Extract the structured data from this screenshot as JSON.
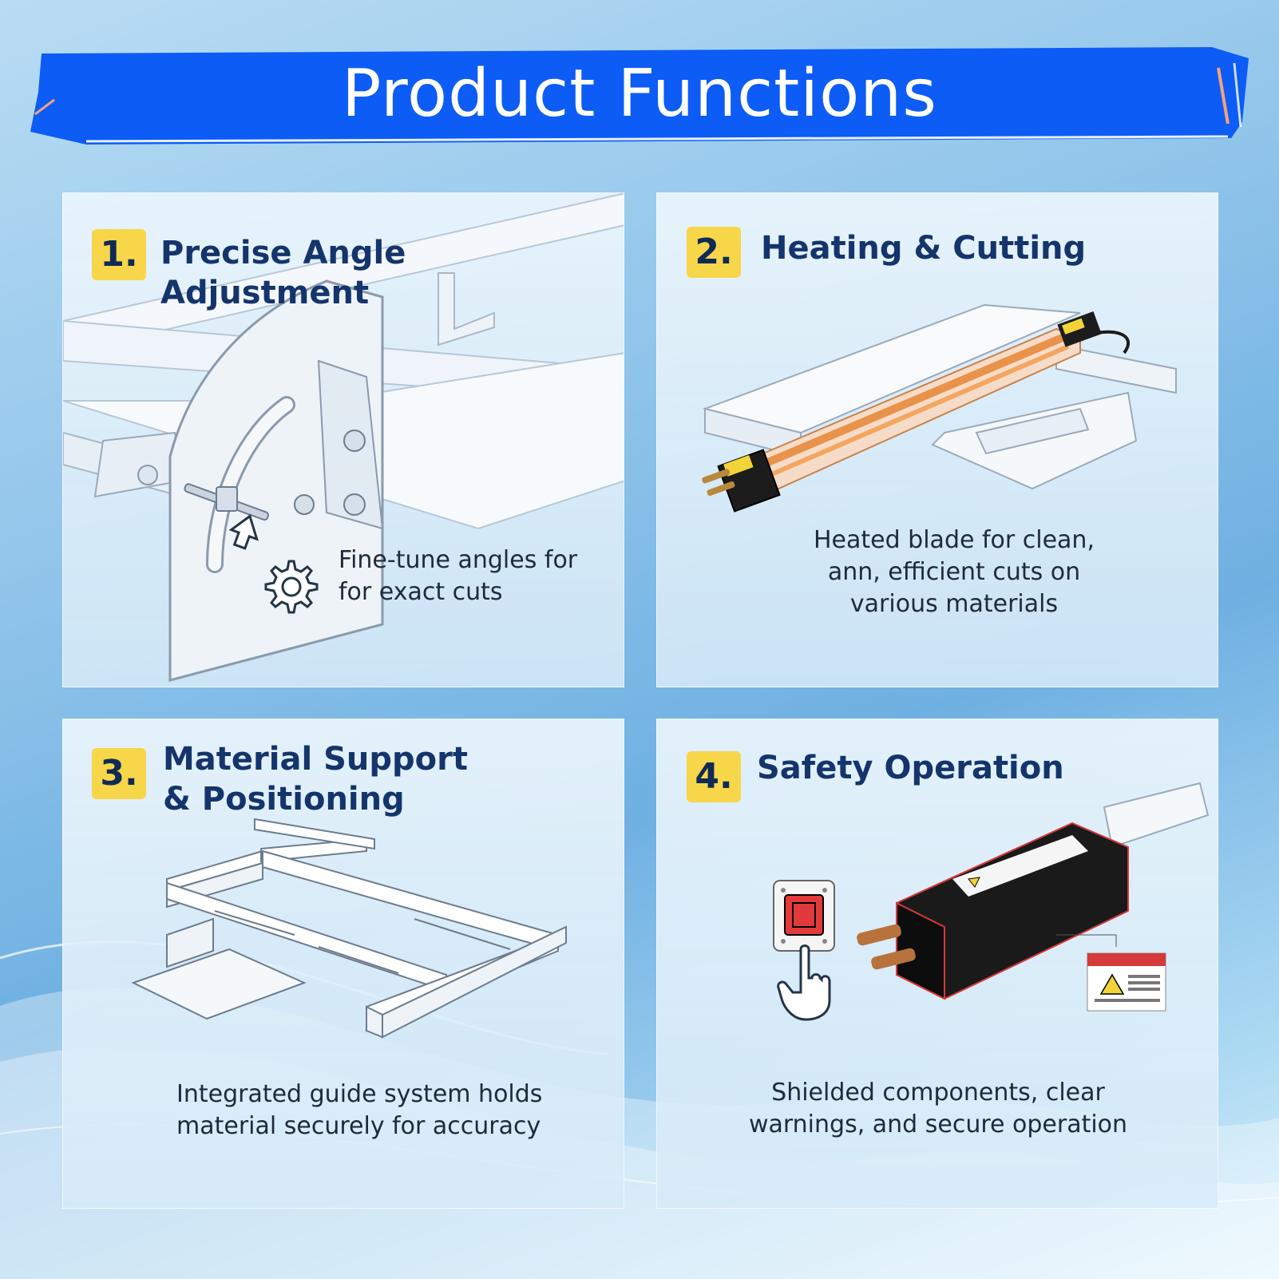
{
  "banner": {
    "title": "Product Functions",
    "color": "#0c5cf5"
  },
  "panels": [
    {
      "number": "1.",
      "title": "Precise Angle Adjustment",
      "description_lines": [
        "Fine-tune angles for",
        "for exact cuts"
      ],
      "icons": [
        "angle-plate-illustration",
        "gear-icon",
        "cursor-arrow-icon"
      ]
    },
    {
      "number": "2.",
      "title": "Heating & Cutting",
      "description_lines": [
        "Heated blade for clean,",
        "ann, efficient cuts on",
        "various materials"
      ],
      "icons": [
        "heated-cutter-illustration"
      ]
    },
    {
      "number": "3.",
      "title_lines": [
        "Material Support",
        "& Positioning"
      ],
      "description_lines": [
        "Integrated guide system holds",
        "material securely for accuracy"
      ],
      "icons": [
        "guide-rail-illustration"
      ]
    },
    {
      "number": "4.",
      "title": "Safety Operation",
      "description_lines": [
        "Shielded components, clear",
        "warnings, and secure operation"
      ],
      "icons": [
        "power-switch-icon",
        "hand-pointer-icon",
        "shielded-cutter-illustration",
        "warning-label-icon"
      ]
    }
  ],
  "colors": {
    "badge": "#f7d64a",
    "title_text": "#14346b",
    "heated_blade": "#e8924a"
  }
}
